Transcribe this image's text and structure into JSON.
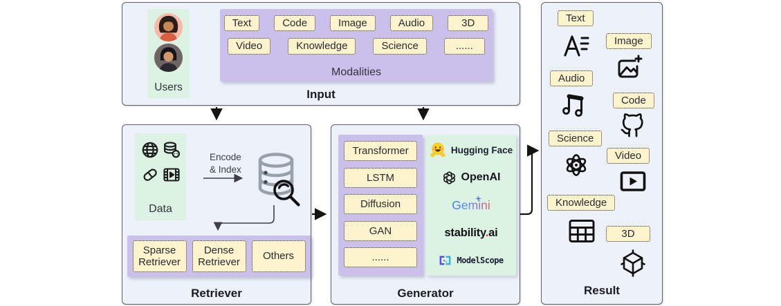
{
  "colors": {
    "panel_bg": "#edf1fa",
    "panel_border": "#5f6068",
    "green": "#dcf2e3",
    "purple": "#cbc0ec",
    "tag_yellow": "#fdf3cc",
    "arrow_black": "#141414",
    "arrow_gray": "#3f3f46",
    "database_gray": "#98a0ac",
    "hf_yellow": "#ffd21e",
    "gemini_blue": "#3b78e7",
    "gemini_red": "#d96570",
    "stability_dot_red": "#e03131",
    "modelscope_blue": "#564df0"
  },
  "input": {
    "label": "Input",
    "users": {
      "label": "Users",
      "icons": [
        "avatar-woman-icon",
        "avatar-man-icon"
      ]
    },
    "modalities": {
      "label": "Modalities",
      "row1": [
        "Text",
        "Code",
        "Image",
        "Audio",
        "3D"
      ],
      "row2": [
        "Video",
        "Knowledge",
        "Science",
        "......"
      ]
    }
  },
  "retriever": {
    "label": "Retriever",
    "data_box": {
      "label": "Data",
      "icons": [
        "globe-icon",
        "database-face-icon",
        "pill-icon",
        "film-icon"
      ]
    },
    "encode_line1": "Encode",
    "encode_line2": "& Index",
    "pipeline_icons": [
      "database-stack-icon",
      "magnifier-icon"
    ],
    "tags": [
      "Sparse Retriever",
      "Dense Retriever",
      "Others"
    ]
  },
  "generator": {
    "label": "Generator",
    "models": [
      "Transformer",
      "LSTM",
      "Diffusion",
      "GAN",
      "......"
    ],
    "providers": {
      "huggingface": "Hugging Face",
      "openai": "OpenAI",
      "gemini": "Gemini",
      "stability_pre": "stability",
      "stability_dot": ".",
      "stability_post": "ai",
      "modelscope": "ModelScope"
    }
  },
  "result": {
    "label": "Result",
    "items": [
      {
        "label": "Text",
        "icon": "text-icon"
      },
      {
        "label": "Image",
        "icon": "image-plus-icon"
      },
      {
        "label": "Audio",
        "icon": "music-note-icon"
      },
      {
        "label": "Code",
        "icon": "github-icon"
      },
      {
        "label": "Science",
        "icon": "atom-icon"
      },
      {
        "label": "Video",
        "icon": "video-play-icon"
      },
      {
        "label": "Knowledge",
        "icon": "table-icon"
      },
      {
        "label": "3D",
        "icon": "cube-icon"
      }
    ]
  }
}
